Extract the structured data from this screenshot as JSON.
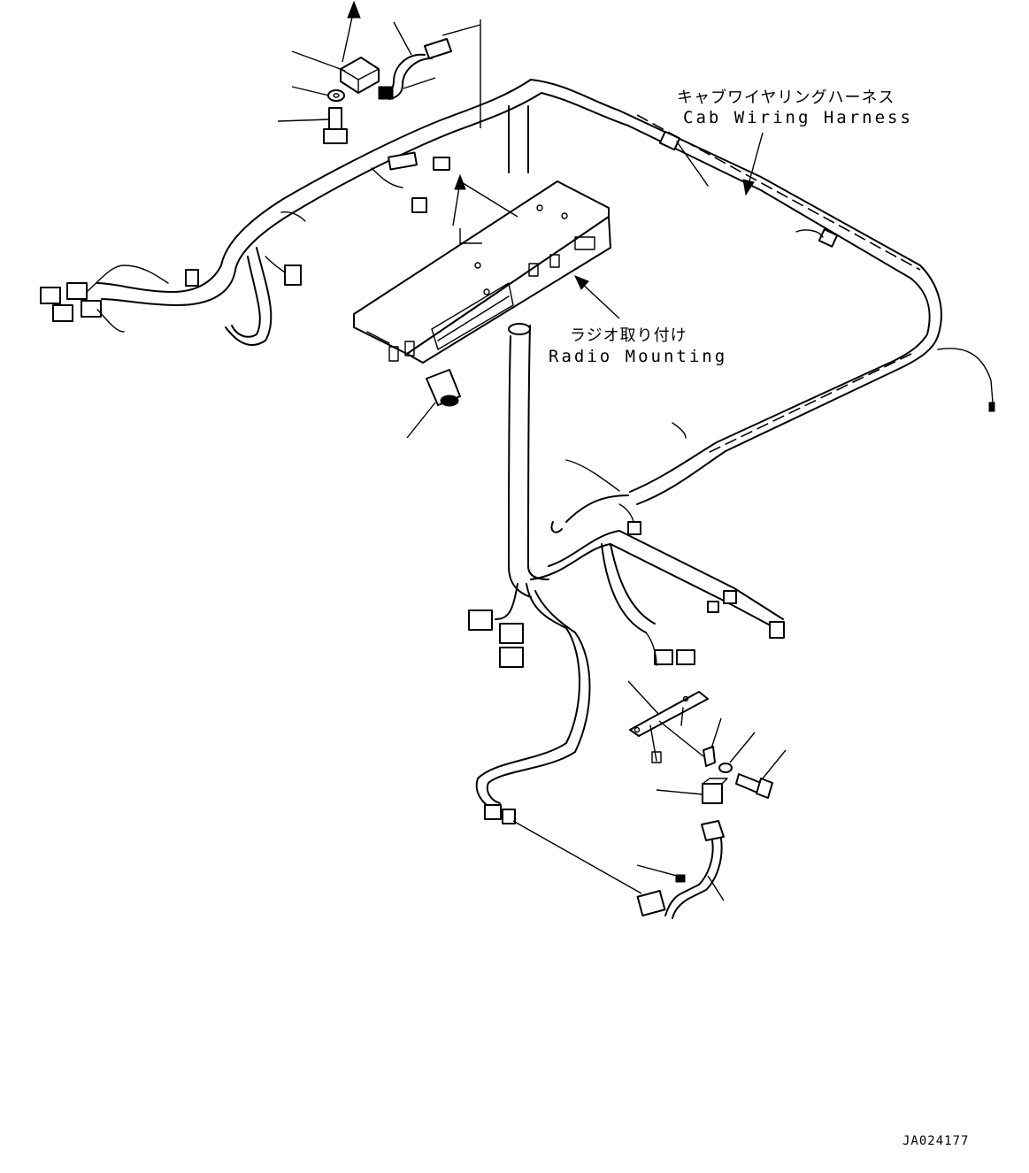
{
  "labels": {
    "cab_harness_jp": "キャブワイヤリングハーネス",
    "cab_harness_en": "Cab Wiring Harness",
    "radio_mounting_jp": "ラジオ取り付け",
    "radio_mounting_en": "Radio Mounting"
  },
  "drawing_id": "JA024177"
}
